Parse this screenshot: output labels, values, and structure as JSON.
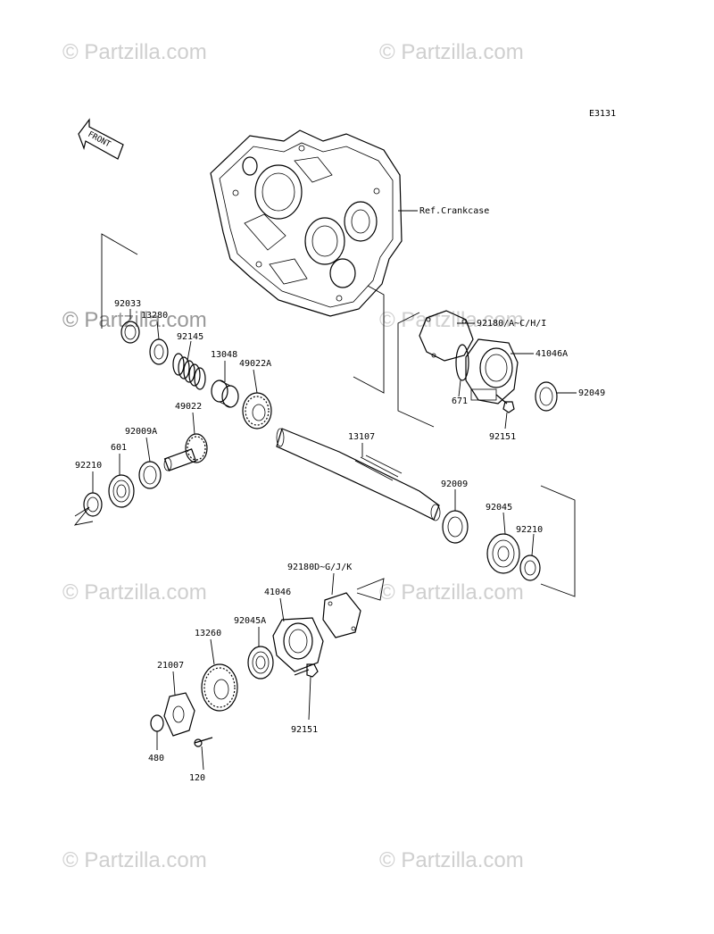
{
  "diagram_code": "E3131",
  "front_label": "FRONT",
  "watermark": "© Partzilla.com",
  "ref_label": "Ref.Crankcase",
  "parts": {
    "p92033": "92033",
    "p13280": "13280",
    "p92145": "92145",
    "p13048": "13048",
    "p49022A": "49022A",
    "p49022": "49022",
    "p92009A": "92009A",
    "p601": "601",
    "p92210a": "92210",
    "p13107": "13107",
    "p92180A": "92180/A~C/H/I",
    "p41046A": "41046A",
    "p671": "671",
    "p92049": "92049",
    "p92151a": "92151",
    "p92009": "92009",
    "p92045": "92045",
    "p92210b": "92210",
    "p92180D": "92180D~G/J/K",
    "p41046": "41046",
    "p92045A": "92045A",
    "p13260": "13260",
    "p21007": "21007",
    "p480": "480",
    "p120": "120",
    "p92151b": "92151"
  }
}
